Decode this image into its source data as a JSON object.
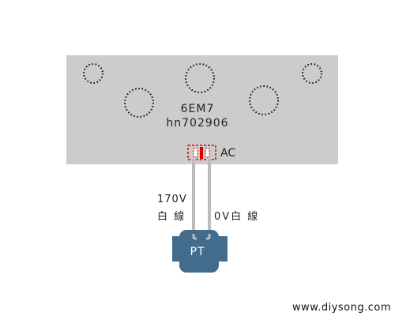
{
  "board": {
    "model": "6EM7",
    "code": "hn702906",
    "connector_label": "AC",
    "color": "#cccccc",
    "connector_color": "#dd0000"
  },
  "wires": {
    "left_voltage": "170V",
    "left_desc": "白 線",
    "right_label": "0V白 線",
    "color": "#bbbbbb"
  },
  "transformer": {
    "label": "PT",
    "color": "#436b8c"
  },
  "footer": {
    "website": "www.diysong.com"
  }
}
